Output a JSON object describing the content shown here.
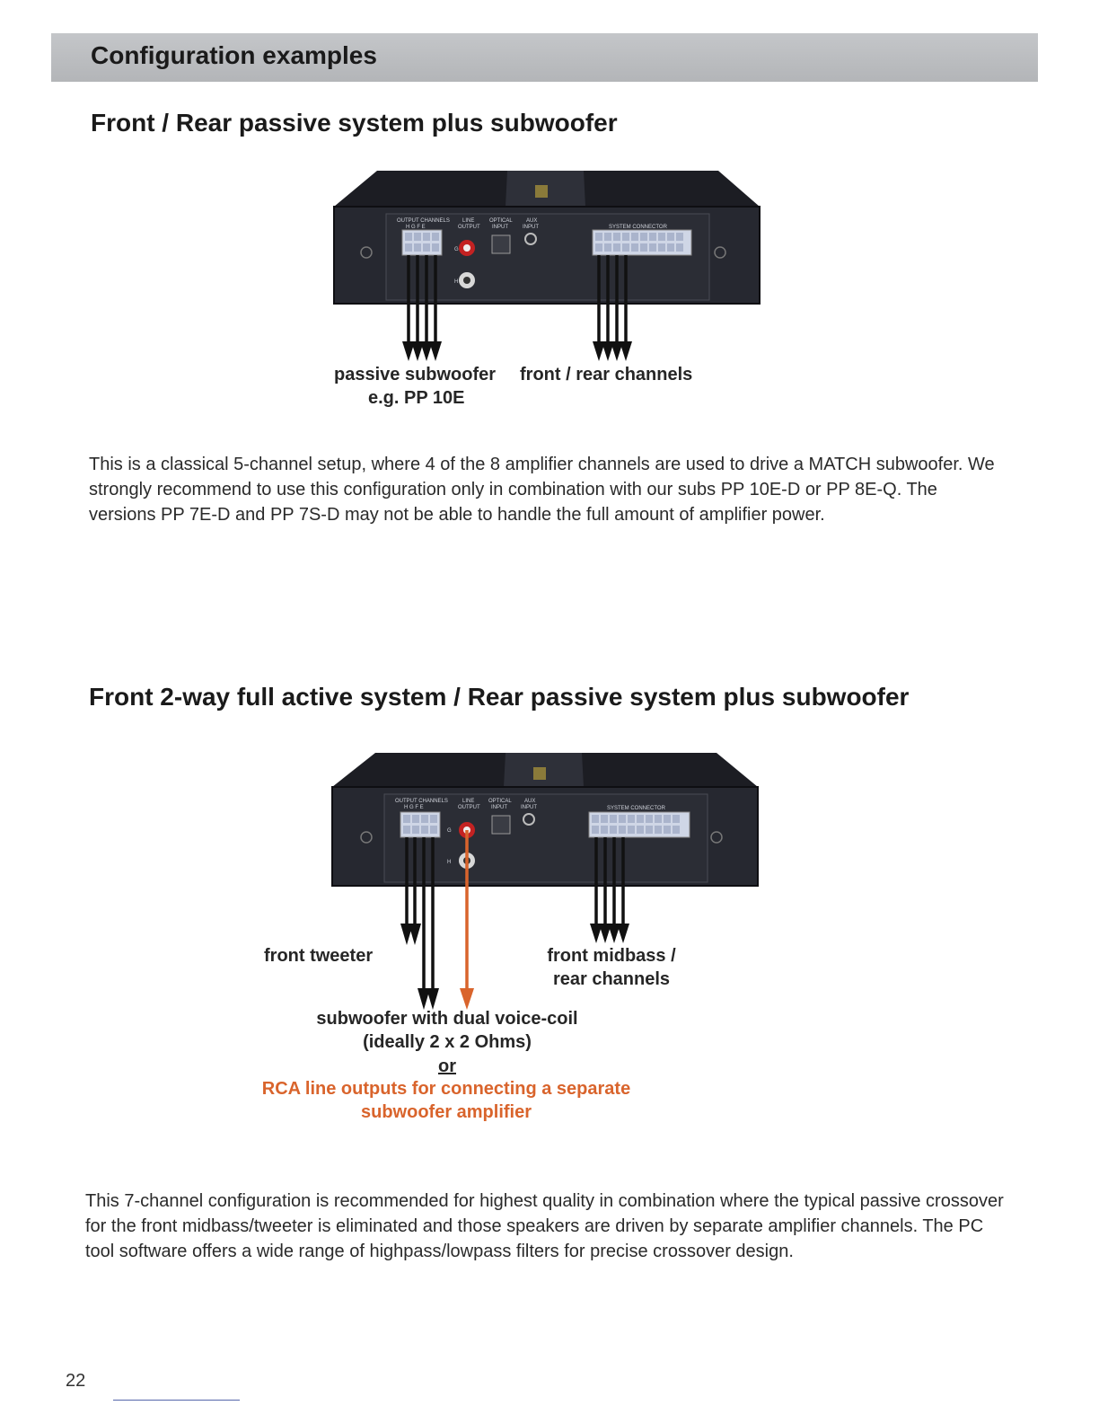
{
  "header": {
    "title": "Configuration examples"
  },
  "section1": {
    "title": "Front / Rear passive system plus subwoofer",
    "amp_panel": {
      "output_channels": "OUTPUT CHANNELS",
      "channel_letters": "H G F E",
      "line": "LINE",
      "output": "OUTPUT",
      "optical": "OPTICAL",
      "input": "INPUT",
      "aux": "AUX",
      "aux_input": "INPUT",
      "system_connector": "SYSTEM CONNECTOR",
      "g": "G",
      "h": "H"
    },
    "labels": {
      "left_line1": "passive subwoofer",
      "left_line2": "e.g. PP 10E",
      "right": "front / rear channels"
    },
    "paragraph": "This is a classical 5-channel setup, where 4 of the 8 amplifier channels are used to drive a MATCH subwoofer. We strongly recommend to use this configuration only in combination with our subs PP 10E-D or PP 8E-Q. The versions PP 7E-D and PP 7S-D may not be able to handle the full amount of amplifier power."
  },
  "section2": {
    "title": "Front 2-way full active system / Rear passive system plus subwoofer",
    "amp_panel": {
      "output_channels": "OUTPUT CHANNELS",
      "channel_letters": "H G F E",
      "line": "LINE",
      "output": "OUTPUT",
      "optical": "OPTICAL",
      "input": "INPUT",
      "aux": "AUX",
      "aux_input": "INPUT",
      "system_connector": "SYSTEM CONNECTOR",
      "g": "G",
      "h": "H"
    },
    "labels": {
      "front_tweeter": "front tweeter",
      "front_midbass_line1": "front midbass /",
      "front_midbass_line2": "rear channels",
      "subwoofer_line1": "subwoofer with dual voice-coil",
      "subwoofer_line2": "(ideally 2 x 2 Ohms)",
      "or": "or",
      "rca_line1": "RCA line outputs for connecting a separate",
      "rca_line2": "subwoofer amplifier"
    },
    "paragraph": "This 7-channel configuration is recommended for highest quality in combination where the typical passive crossover for the front midbass/tweeter is eliminated and those speakers are driven by separate amplifier channels. The PC tool software offers a wide range of highpass/lowpass filters for precise crossover design."
  },
  "colors": {
    "accent_orange": "#d9642c",
    "header_bar": "#b9bbbe",
    "amp_body": "#23242b"
  },
  "footer": {
    "page_number": "22"
  }
}
